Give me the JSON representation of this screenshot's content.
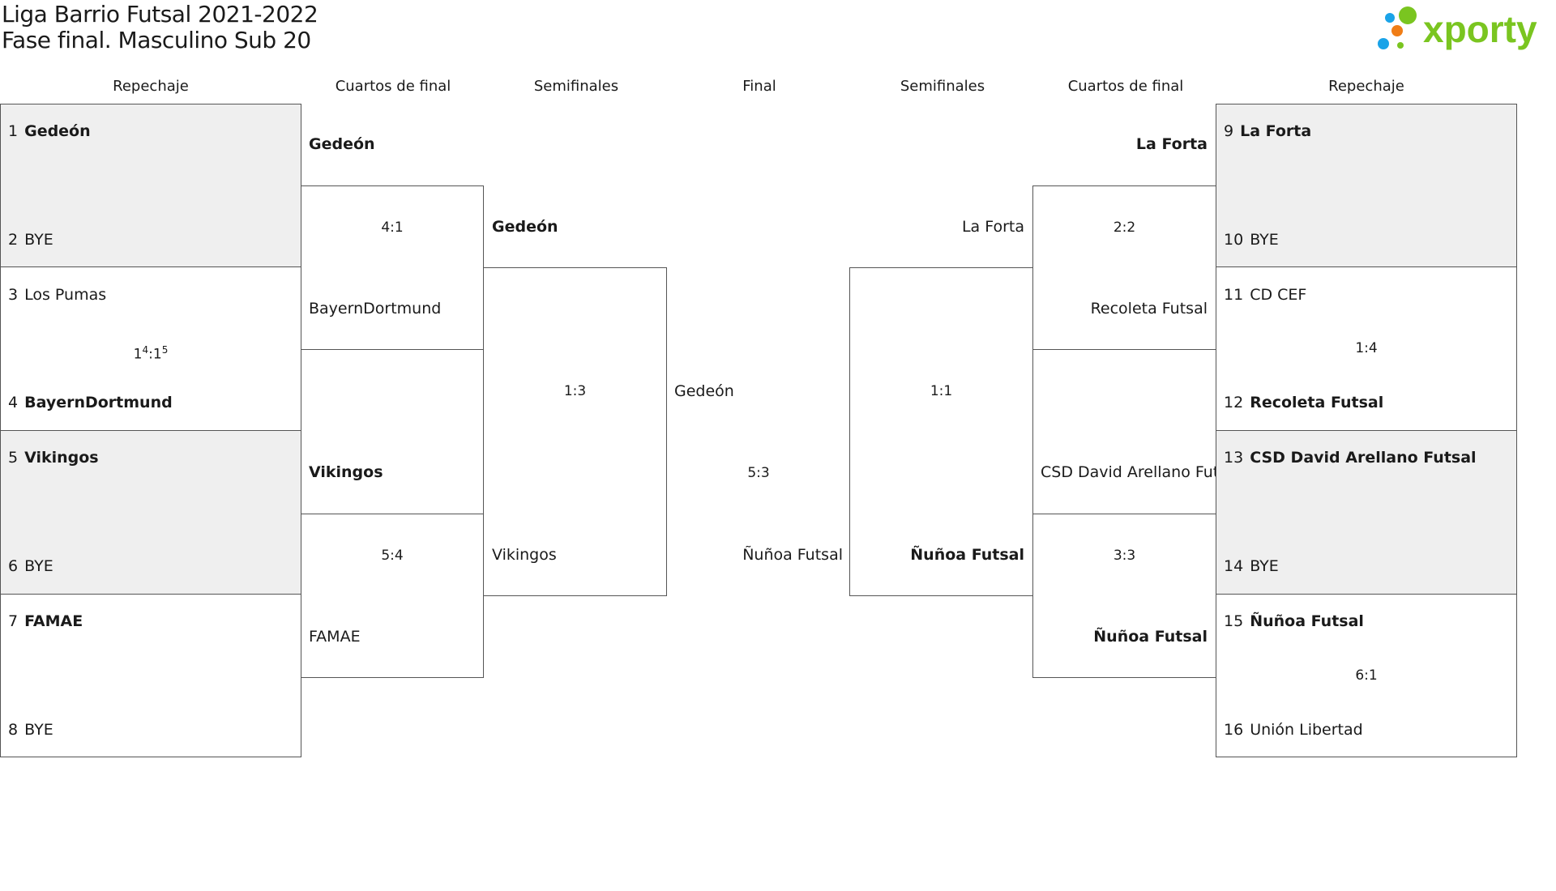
{
  "header": {
    "title_line1": "Liga Barrio Futsal 2021-2022",
    "title_line2": "Fase final. Masculino Sub 20"
  },
  "brand": {
    "name": "xporty",
    "color_green": "#7ac520",
    "color_blue": "#1aa3e8",
    "color_orange": "#f07d16"
  },
  "columns": {
    "left_repechaje": "Repechaje",
    "left_cuartos": "Cuartos de final",
    "left_semis": "Semifinales",
    "final": "Final",
    "right_semis": "Semifinales",
    "right_cuartos": "Cuartos de final",
    "right_repechaje": "Repechaje"
  },
  "repechaje_left": [
    {
      "seed_a": "1",
      "team_a": "Gedeón",
      "seed_b": "2",
      "team_b": "BYE",
      "score": ""
    },
    {
      "seed_a": "3",
      "team_a": "Los Pumas",
      "seed_b": "4",
      "team_b": "BayernDortmund",
      "score_main": "1",
      "score_sup1": "4",
      "score_mid": ":1",
      "score_sup2": "5"
    },
    {
      "seed_a": "5",
      "team_a": "Vikingos",
      "seed_b": "6",
      "team_b": "BYE",
      "score": ""
    },
    {
      "seed_a": "7",
      "team_a": "FAMAE",
      "seed_b": "8",
      "team_b": "BYE",
      "score": ""
    }
  ],
  "repechaje_right": [
    {
      "seed_a": "9",
      "team_a": "La Forta",
      "seed_b": "10",
      "team_b": "BYE",
      "score": ""
    },
    {
      "seed_a": "11",
      "team_a": "CD CEF",
      "seed_b": "12",
      "team_b": "Recoleta Futsal",
      "score": "1:4"
    },
    {
      "seed_a": "13",
      "team_a": "CSD David Arellano Futsal",
      "seed_b": "14",
      "team_b": "BYE",
      "score": ""
    },
    {
      "seed_a": "15",
      "team_a": "Ñuñoa Futsal",
      "seed_b": "16",
      "team_b": "Unión Libertad",
      "score": "6:1"
    }
  ],
  "cuartos_left": [
    {
      "team_a": "Gedeón",
      "team_b": "BayernDortmund",
      "score": "4:1"
    },
    {
      "team_a": "Vikingos",
      "team_b": "FAMAE",
      "score": "5:4"
    }
  ],
  "cuartos_right": [
    {
      "team_a": "La Forta",
      "team_b": "Recoleta Futsal",
      "score": "2:2"
    },
    {
      "team_a": "CSD David Arellano Futsal",
      "team_b": "Ñuñoa Futsal",
      "score": "3:3"
    }
  ],
  "semis_left": {
    "team_a": "Gedeón",
    "team_b": "Vikingos",
    "score": "1:3"
  },
  "semis_right": {
    "team_a": "La Forta",
    "team_b": "Ñuñoa Futsal",
    "score": "1:1"
  },
  "final": {
    "team_a": "Gedeón",
    "team_b": "Ñuñoa Futsal",
    "score": "5:3"
  }
}
